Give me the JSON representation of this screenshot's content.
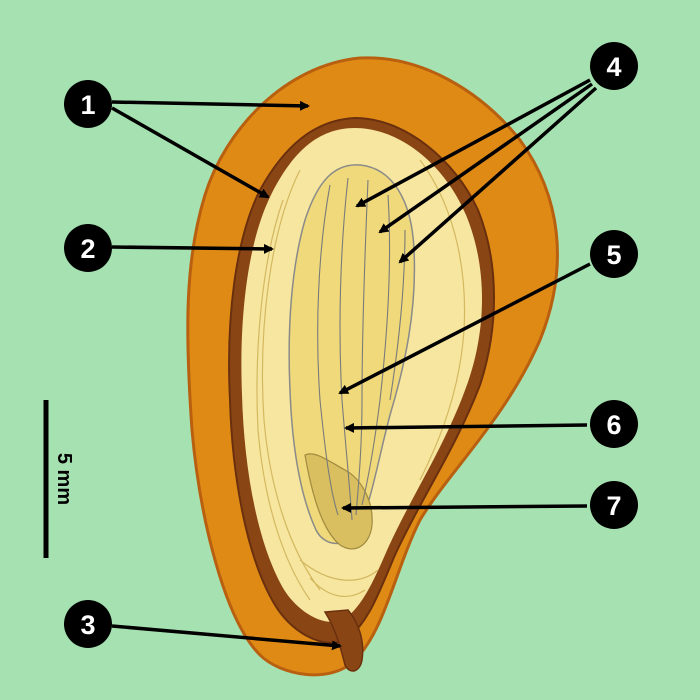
{
  "diagram": {
    "labels": [
      {
        "id": "label-1",
        "text": "1"
      },
      {
        "id": "label-2",
        "text": "2"
      },
      {
        "id": "label-3",
        "text": "3"
      },
      {
        "id": "label-4",
        "text": "4"
      },
      {
        "id": "label-5",
        "text": "5"
      },
      {
        "id": "label-6",
        "text": "6"
      },
      {
        "id": "label-7",
        "text": "7"
      }
    ],
    "scale_bar": {
      "text": "5 mm"
    },
    "colors": {
      "background": "#a6e1b1",
      "seed_coat": "#e08a16",
      "seed_coat_dark": "#b85e10",
      "inner_layer": "#7a3a12",
      "endosperm": "#f6e6a0",
      "embryo": "#efd97a",
      "radicle": "#d9bf60",
      "label_fill": "#000000",
      "label_text": "#ffffff"
    }
  }
}
